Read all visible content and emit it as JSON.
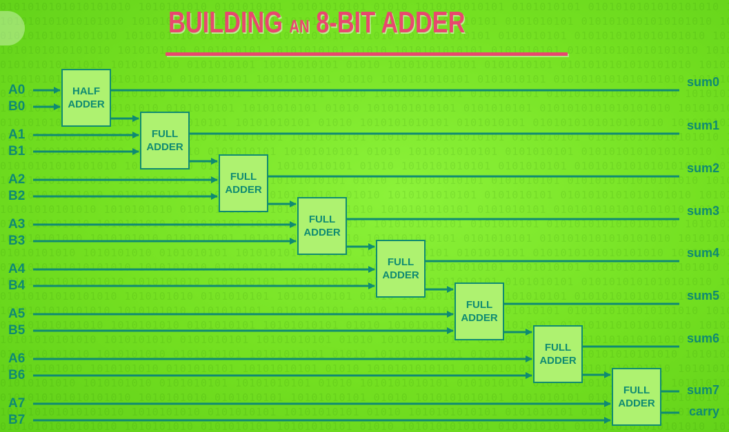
{
  "title": {
    "part1": "BUILDING",
    "part2": "AN",
    "part3": "8-BIT ADDER"
  },
  "colors": {
    "wire": "#0f8a72",
    "box_fill": "#aef270",
    "title": "#e8486e"
  },
  "adders": [
    {
      "line1": "HALF",
      "line2": "ADDER"
    },
    {
      "line1": "FULL",
      "line2": "ADDER"
    },
    {
      "line1": "FULL",
      "line2": "ADDER"
    },
    {
      "line1": "FULL",
      "line2": "ADDER"
    },
    {
      "line1": "FULL",
      "line2": "ADDER"
    },
    {
      "line1": "FULL",
      "line2": "ADDER"
    },
    {
      "line1": "FULL",
      "line2": "ADDER"
    },
    {
      "line1": "FULL",
      "line2": "ADDER"
    }
  ],
  "inputs_a": [
    "A0",
    "A1",
    "A2",
    "A3",
    "A4",
    "A5",
    "A6",
    "A7"
  ],
  "inputs_b": [
    "B0",
    "B1",
    "B2",
    "B3",
    "B4",
    "B5",
    "B6",
    "B7"
  ],
  "outputs": [
    "sum0",
    "sum1",
    "sum2",
    "sum3",
    "sum4",
    "sum5",
    "sum6",
    "sum7"
  ],
  "carry_out": "carry"
}
